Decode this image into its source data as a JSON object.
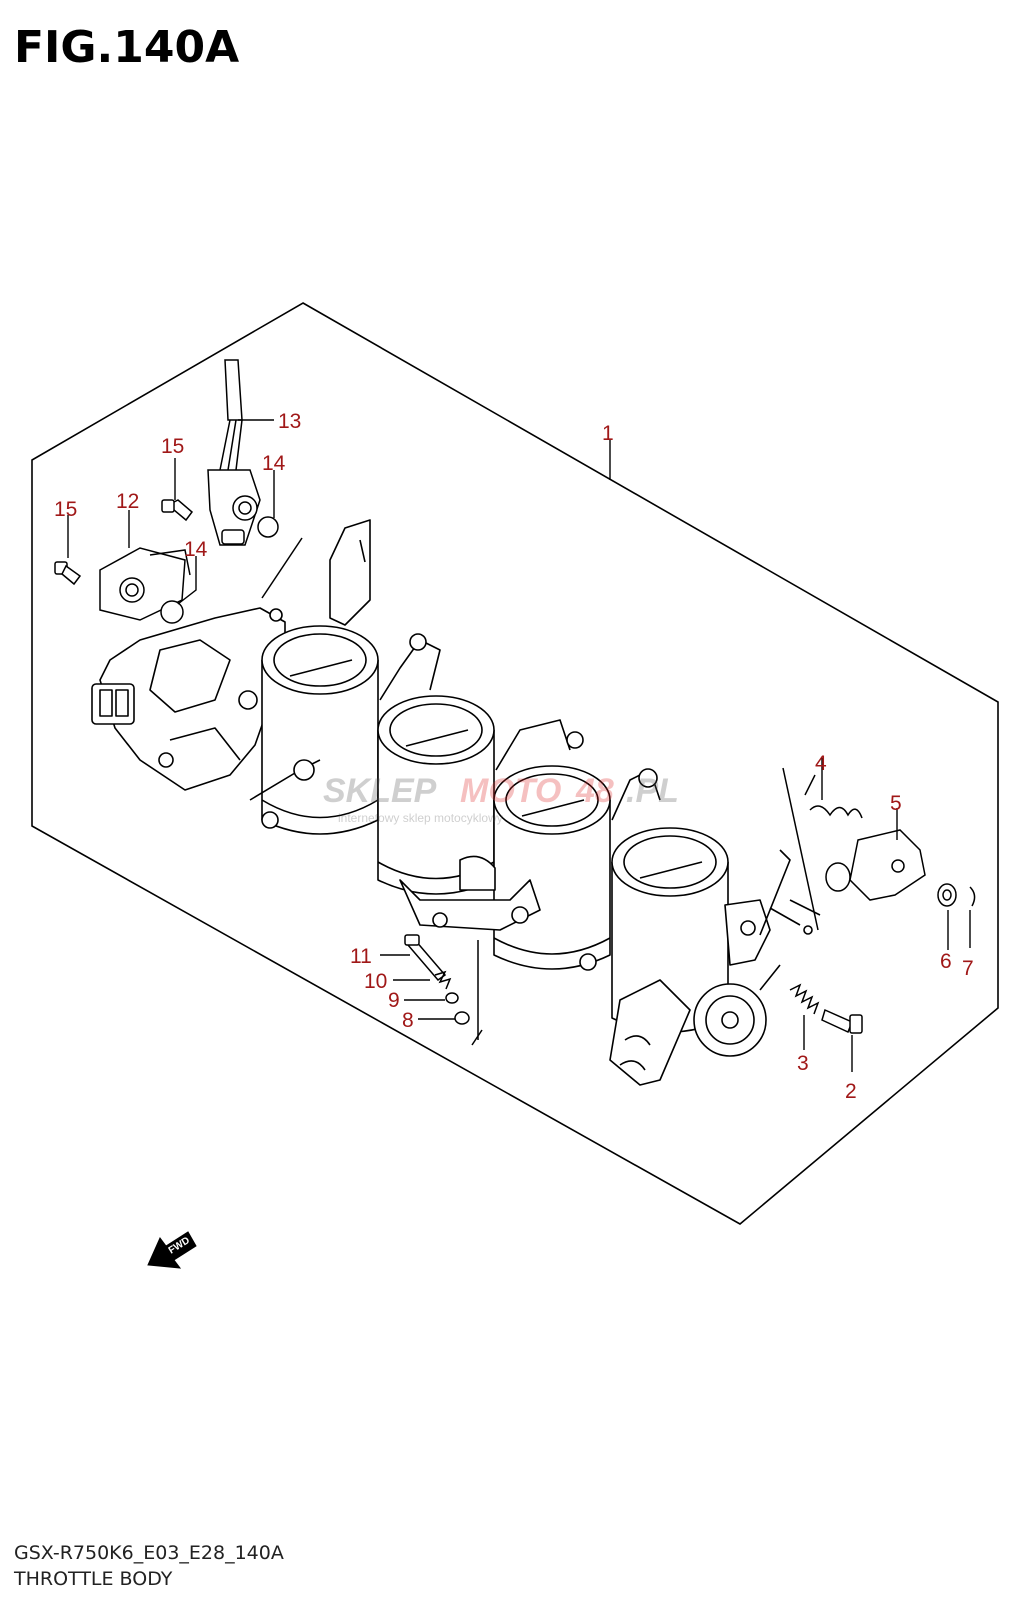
{
  "figure_title": "FIG.140A",
  "model_code": "GSX-R750K6_E03_E28_140A",
  "caption": "THROTTLE BODY",
  "watermark": {
    "brand_left": "SKLEP",
    "brand_right": "MOTO",
    "brand_num": "48",
    "brand_tld": ".PL",
    "tagline": "internetowy sklep motocyklowy"
  },
  "fwd_label": "FWD",
  "callout_color": "#a01818",
  "parts": [
    {
      "no": "1"
    },
    {
      "no": "2"
    },
    {
      "no": "3"
    },
    {
      "no": "4"
    },
    {
      "no": "5"
    },
    {
      "no": "6"
    },
    {
      "no": "7"
    },
    {
      "no": "8"
    },
    {
      "no": "9"
    },
    {
      "no": "10"
    },
    {
      "no": "11"
    },
    {
      "no": "12"
    },
    {
      "no": "13"
    },
    {
      "no": "14"
    },
    {
      "no": "14"
    },
    {
      "no": "15"
    },
    {
      "no": "15"
    }
  ]
}
